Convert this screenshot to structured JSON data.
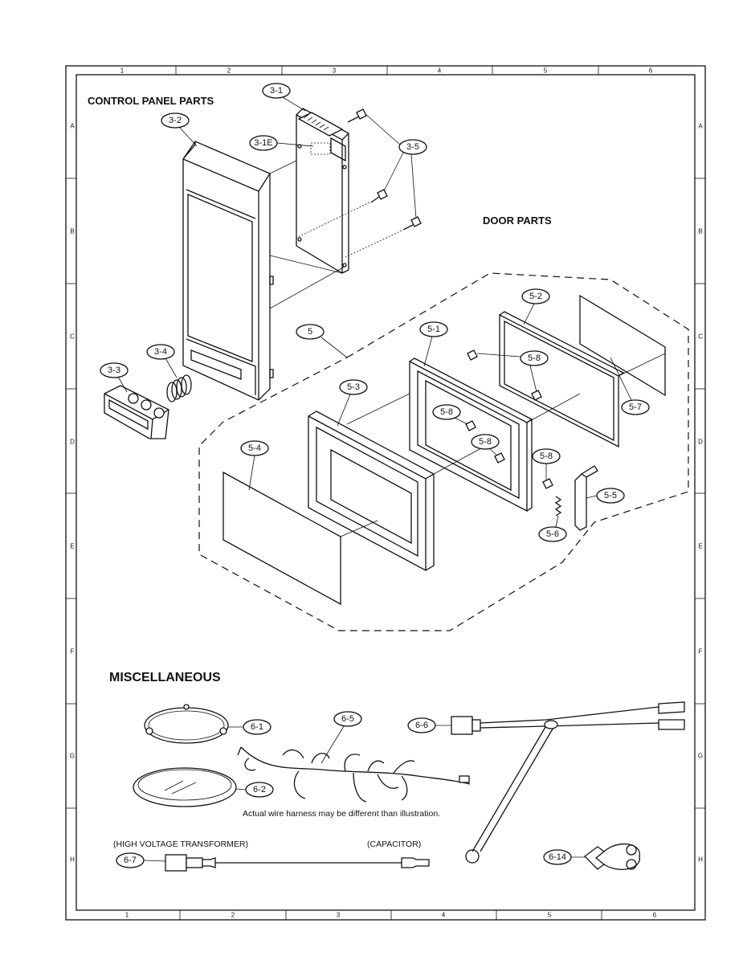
{
  "sections": {
    "control_panel": "CONTROL PANEL PARTS",
    "door": "DOOR PARTS",
    "misc": "MISCELLANEOUS"
  },
  "notes": {
    "harness": "Actual wire harness may be different than illustration.",
    "hv_transformer": "(HIGH VOLTAGE TRANSFORMER)",
    "capacitor": "(CAPACITOR)"
  },
  "grid": {
    "columns": [
      "1",
      "2",
      "3",
      "4",
      "5",
      "6"
    ],
    "rows": [
      "A",
      "B",
      "C",
      "D",
      "E",
      "F",
      "G",
      "H"
    ]
  },
  "callouts": {
    "c3_1": "3-1",
    "c3_1e": "3-1E",
    "c3_2": "3-2",
    "c3_3": "3-3",
    "c3_4": "3-4",
    "c3_5": "3-5",
    "c5": "5",
    "c5_1": "5-1",
    "c5_2": "5-2",
    "c5_3": "5-3",
    "c5_4": "5-4",
    "c5_5": "5-5",
    "c5_6": "5-6",
    "c5_7": "5-7",
    "c5_8a": "5-8",
    "c5_8b": "5-8",
    "c5_8c": "5-8",
    "c5_8d": "5-8",
    "c6_1": "6-1",
    "c6_2": "6-2",
    "c6_5": "6-5",
    "c6_6": "6-6",
    "c6_7": "6-7",
    "c6_14": "6-14"
  }
}
